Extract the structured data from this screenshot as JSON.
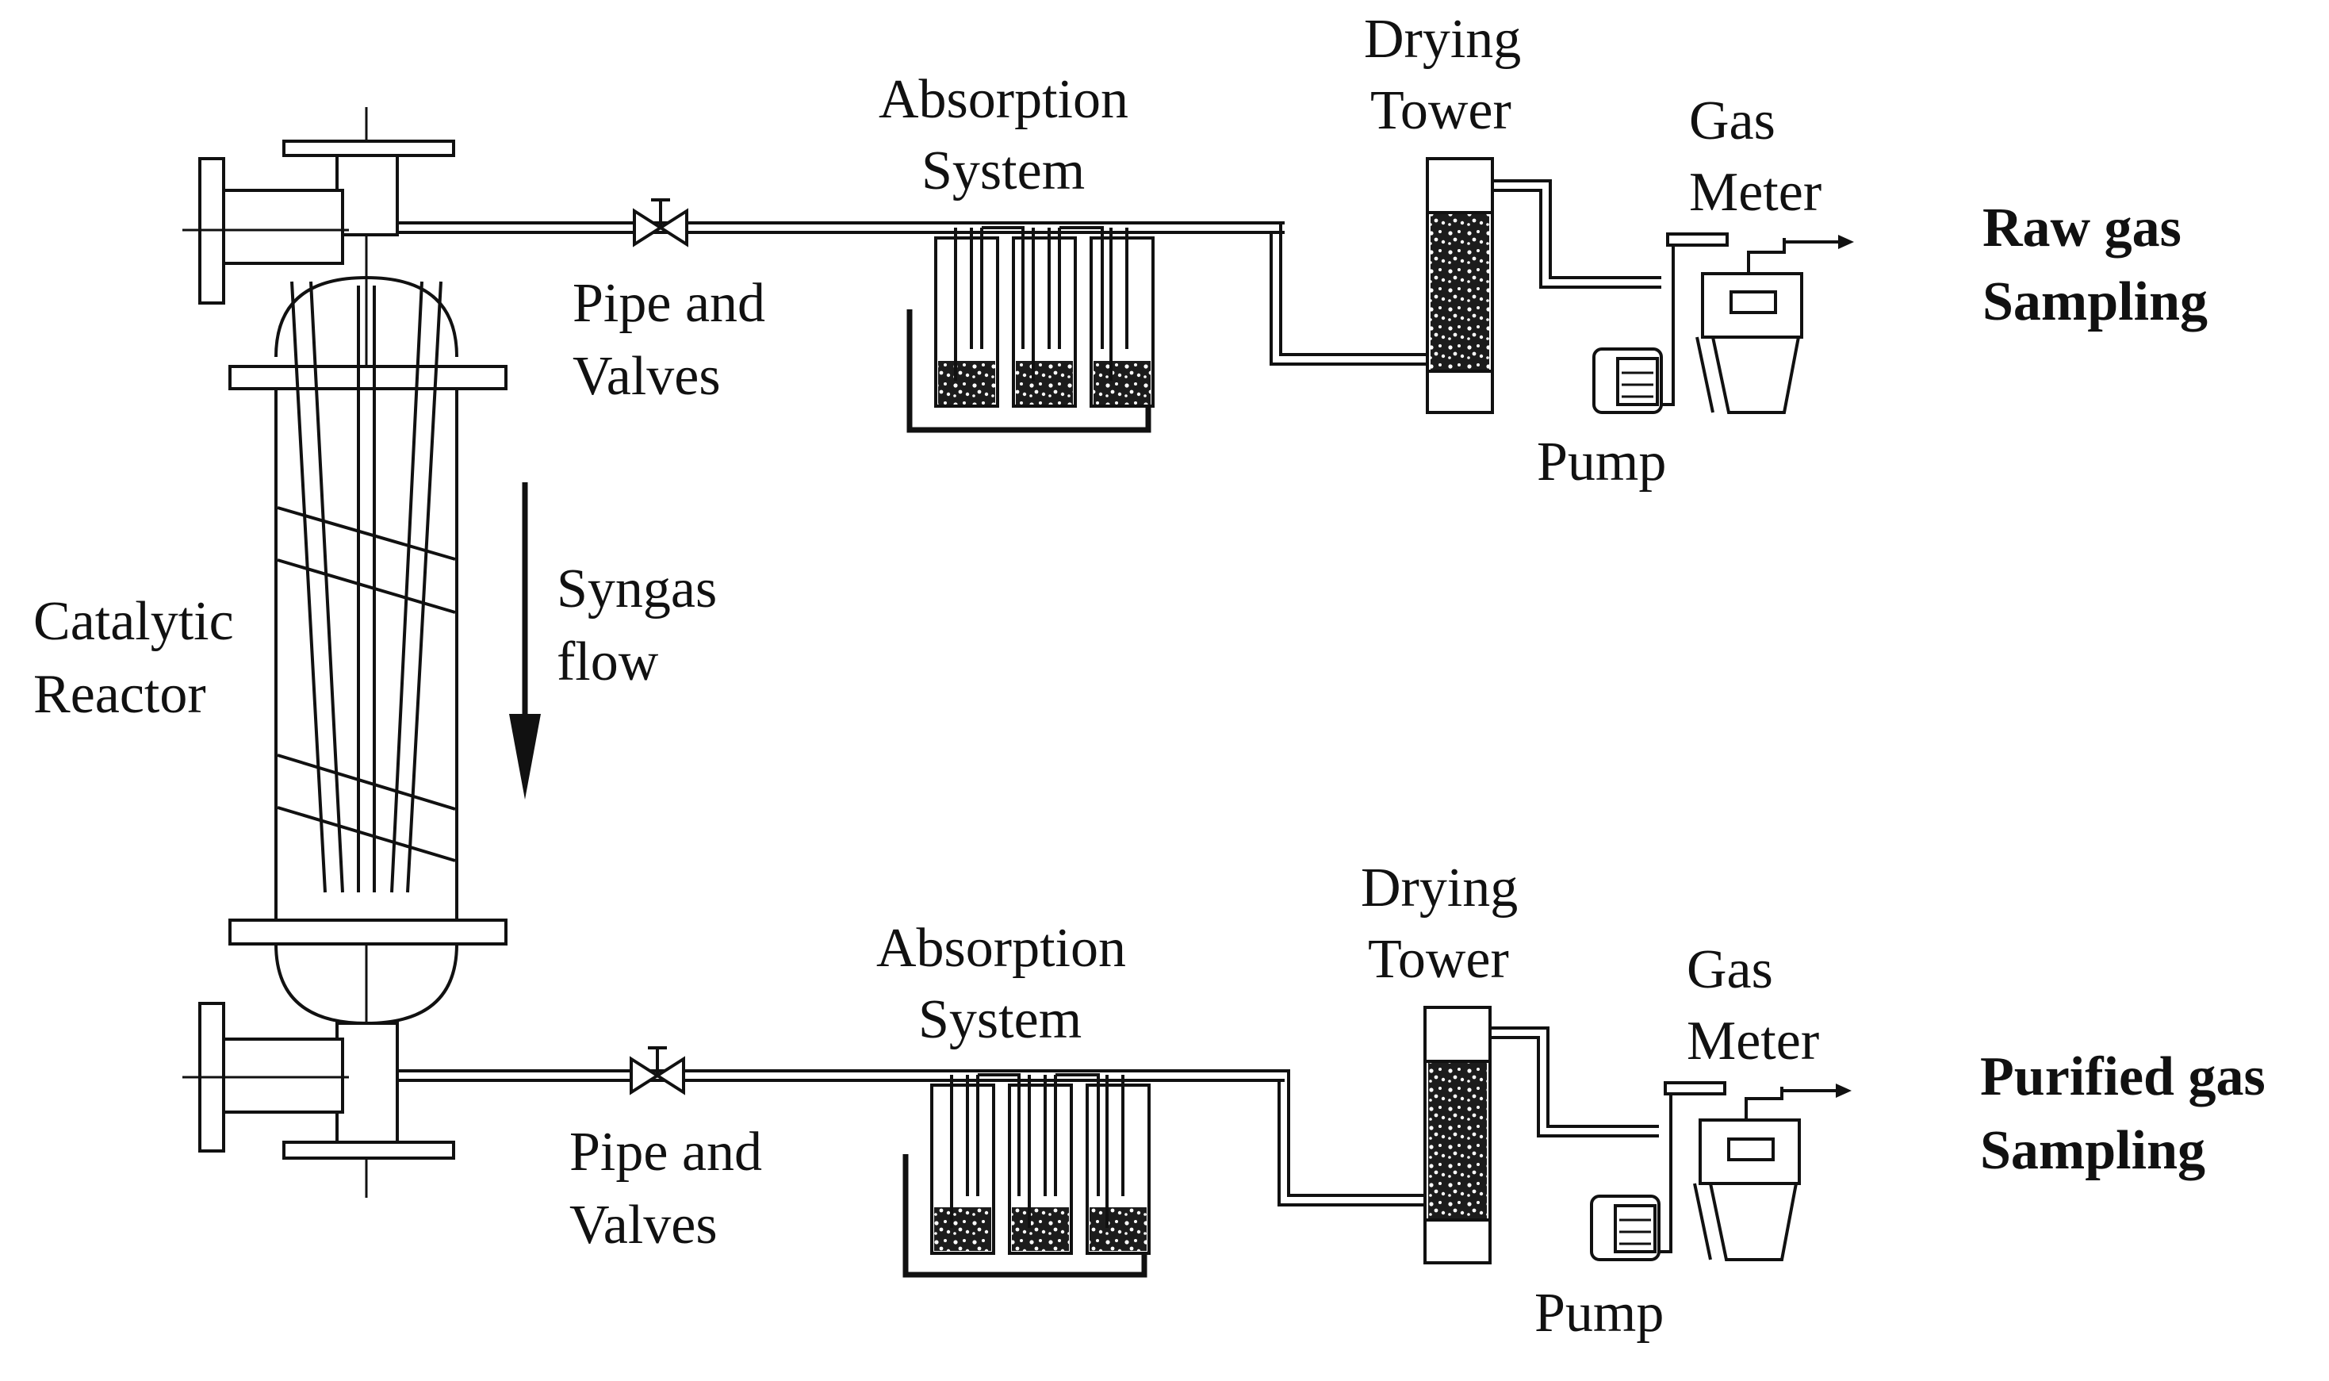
{
  "reactor": {
    "label_line1": "Catalytic",
    "label_line2": "Reactor",
    "flow_line1": "Syngas",
    "flow_line2": "flow"
  },
  "top_train": {
    "absorption_line1": "Absorption",
    "absorption_line2": "System",
    "drying_line1": "Drying",
    "drying_line2": "Tower",
    "gasmeter_line1": "Gas",
    "gasmeter_line2": "Meter",
    "pipe_line1": "Pipe and",
    "pipe_line2": "Valves",
    "pump": "Pump",
    "sampling_line1": "Raw gas",
    "sampling_line2": "Sampling"
  },
  "bottom_train": {
    "absorption_line1": "Absorption",
    "absorption_line2": "System",
    "drying_line1": "Drying",
    "drying_line2": "Tower",
    "gasmeter_line1": "Gas",
    "gasmeter_line2": "Meter",
    "pipe_line1": "Pipe and",
    "pipe_line2": "Valves",
    "pump": "Pump",
    "sampling_line1": "Purified gas",
    "sampling_line2": "Sampling"
  }
}
